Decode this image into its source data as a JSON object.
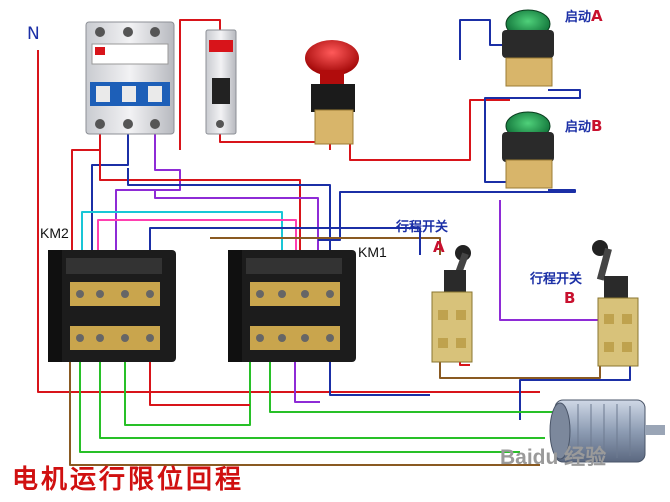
{
  "labels": {
    "n": "N",
    "km2": "KM2",
    "km1": "KM1",
    "start_a": "启动",
    "start_a_letter": "A",
    "start_b": "启动",
    "start_b_letter": "B",
    "limit_a": "行程开关",
    "limit_a_letter": "A",
    "limit_b": "行程开关",
    "limit_b_letter": "B"
  },
  "title": "电机运行限位回程",
  "watermark": "Baidu 经验",
  "colors": {
    "red": "#d8141a",
    "blue": "#1b2fa6",
    "purple": "#8e2bd6",
    "cyan": "#19c6d6",
    "green": "#28c028",
    "brown": "#8a5a22",
    "title": "#d01010"
  }
}
